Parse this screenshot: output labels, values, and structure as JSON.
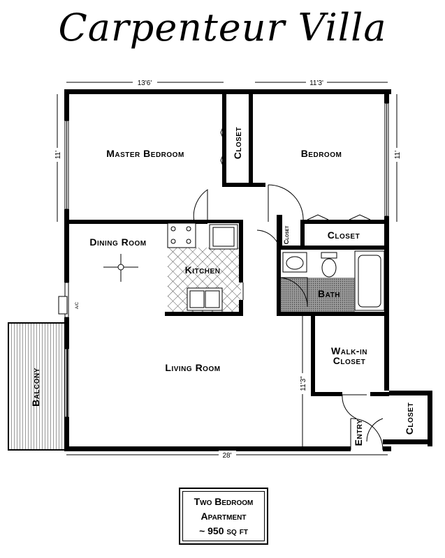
{
  "title": "Carpenteur Villa",
  "dimensions": {
    "master_width": "13'6'",
    "bedroom_width": "11'3'",
    "master_height": "11'",
    "bedroom_height": "11'",
    "living_height": "11'3\"",
    "total_width": "28'"
  },
  "rooms": {
    "master_bedroom": "Master Bedroom",
    "closet_master": "Closet",
    "bedroom": "Bedroom",
    "closet_bedroom": "Closet",
    "closet_small": "Closet",
    "dining_room": "Dining Room",
    "kitchen": "Kitchen",
    "bath": "Bath",
    "walk_in_closet_line1": "Walk-in",
    "walk_in_closet_line2": "Closet",
    "living_room": "Living Room",
    "balcony": "Balcony",
    "entry": "Entry",
    "closet_entry": "Closet",
    "ac": "A/C"
  },
  "legend": {
    "line1": "Two Bedroom",
    "line2": "Apartment",
    "line3": "~ 950 sq ft"
  },
  "colors": {
    "wall": "#000000",
    "background": "#ffffff",
    "tile": "#8c8c8c"
  }
}
